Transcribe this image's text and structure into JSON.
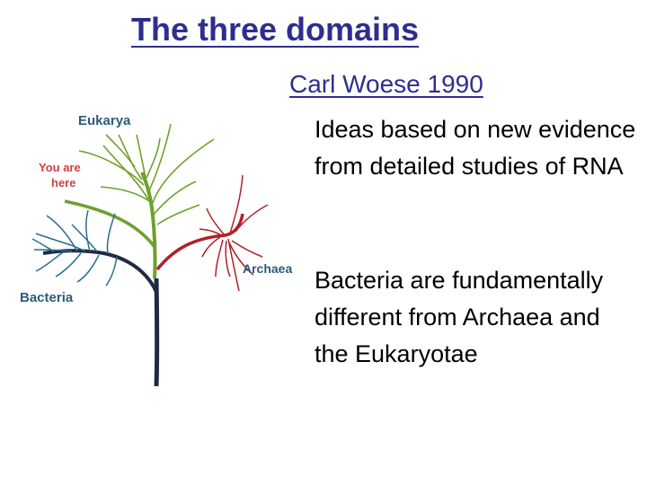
{
  "title": "The three domains",
  "subtitle": "Carl Woese 1990",
  "paragraphs": [
    "Ideas based on new evidence from detailed studies of RNA",
    "Bacteria are fundamentally different from Archaea and the Eukaryotae"
  ],
  "tree": {
    "labels": {
      "eukarya": "Eukarya",
      "you_are": "You are",
      "here": "here",
      "archaea": "Archaea",
      "bacteria": "Bacteria"
    },
    "colors": {
      "eukarya": "#6fa02c",
      "archaea": "#b0202a",
      "bacteria": "#2a6d8c",
      "trunk": "#1f2a44",
      "you_are_here": "#d04040",
      "label_text": "#2a5d79"
    }
  }
}
